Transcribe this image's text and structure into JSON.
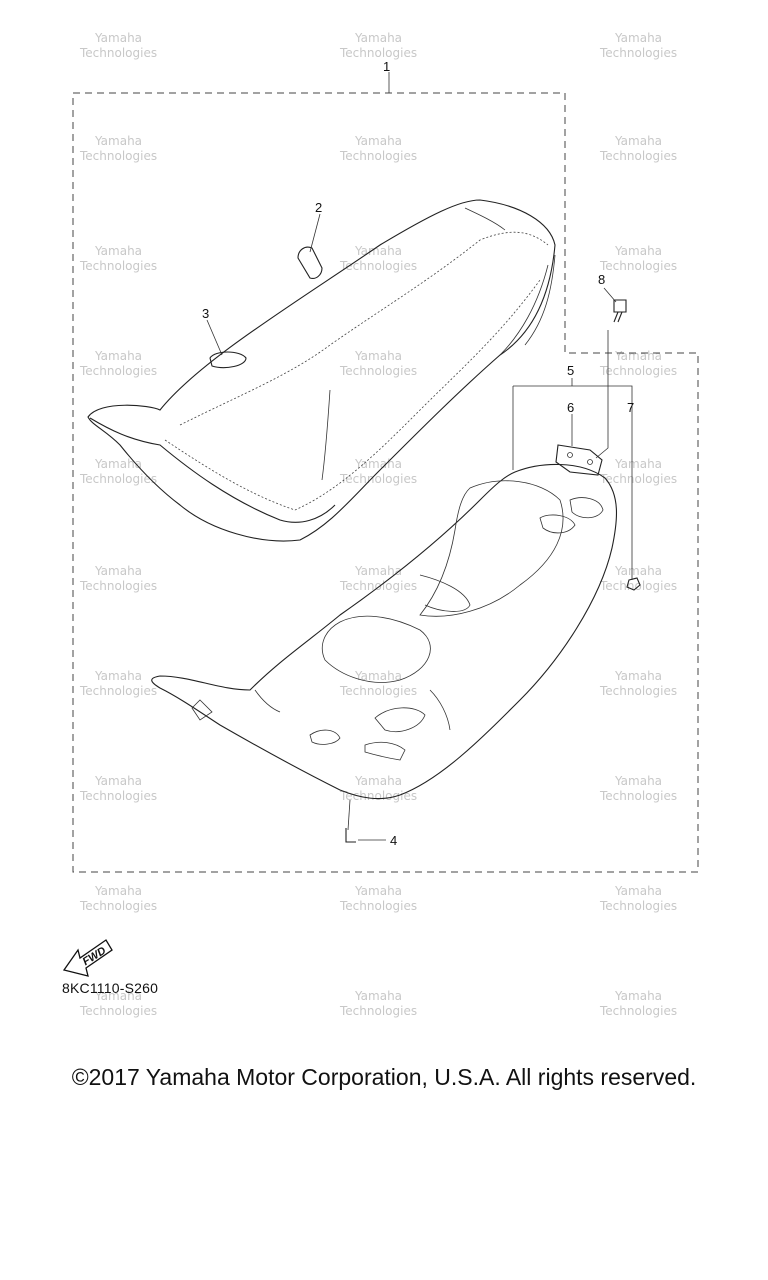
{
  "callouts": [
    "1",
    "2",
    "3",
    "4",
    "5",
    "6",
    "7",
    "8"
  ],
  "fwd_label": "FWD",
  "part_code": "8KC1110-S260",
  "copyright": "©2017 Yamaha Motor Corporation, U.S.A. All rights reserved.",
  "watermark": {
    "line1": "Yamaha",
    "line2": "Technologies"
  }
}
